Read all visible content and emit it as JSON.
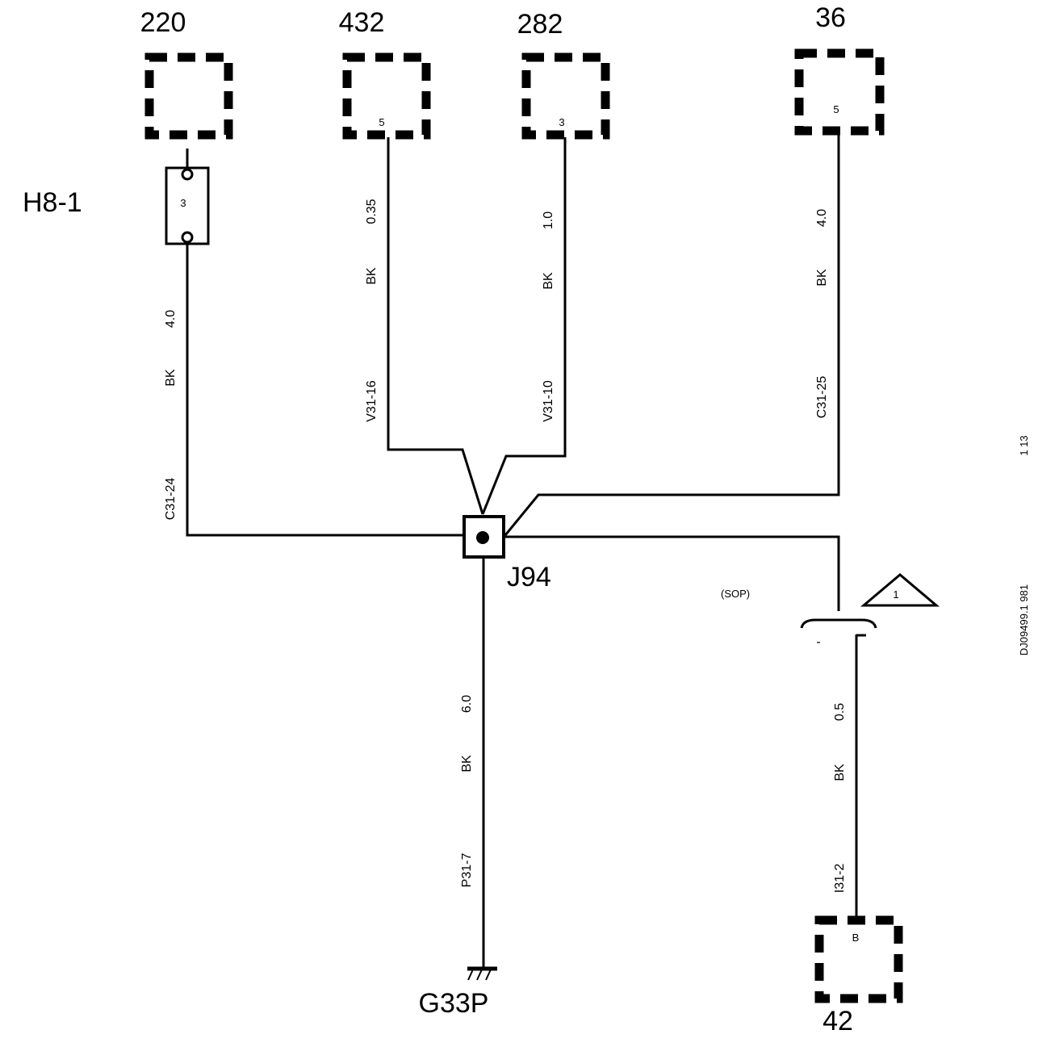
{
  "components": {
    "c220": {
      "label": "220"
    },
    "c432": {
      "label": "432",
      "pin": "5"
    },
    "c282": {
      "label": "282",
      "pin": "3"
    },
    "c36": {
      "label": "36",
      "pin": "5"
    },
    "c42": {
      "label": "42",
      "pin": "B"
    }
  },
  "fuse": {
    "ref": "H8-1",
    "number": "3"
  },
  "splice": {
    "label": "J94"
  },
  "ground": {
    "label": "G33P"
  },
  "sop": {
    "label": "(SOP)",
    "pin_minus": "-"
  },
  "note_triangle": {
    "number": "1"
  },
  "wires": {
    "w220": {
      "size": "4.0",
      "color": "BK",
      "circuit": "C31-24"
    },
    "w432": {
      "size": "0.35",
      "color": "BK",
      "circuit": "V31-16"
    },
    "w282": {
      "size": "1.0",
      "color": "BK",
      "circuit": "V31-10"
    },
    "w36": {
      "size": "4.0",
      "color": "BK",
      "circuit": "C31-25"
    },
    "wgnd": {
      "size": "6.0",
      "color": "BK",
      "circuit": "P31-7"
    },
    "w42": {
      "size": "0.5",
      "color": "BK",
      "circuit": "I31-2"
    }
  },
  "side": {
    "page": "1 13",
    "doc_id": "DJ09499.1 981"
  }
}
